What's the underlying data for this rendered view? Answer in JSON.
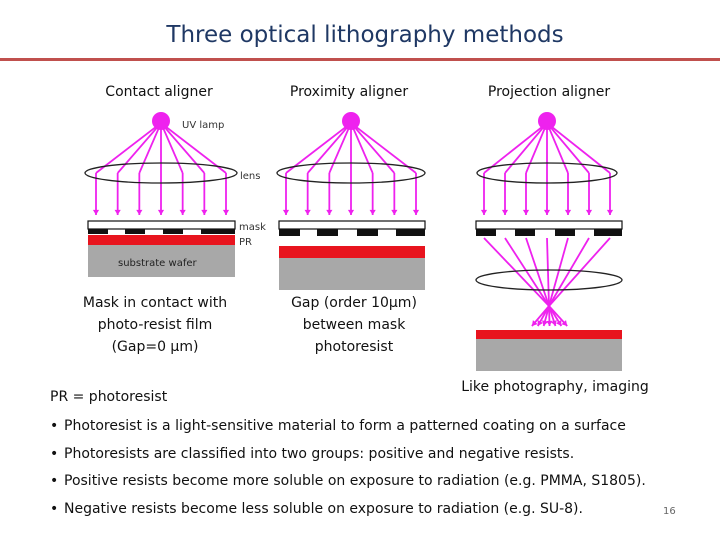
{
  "title": "Three optical lithography methods",
  "columns": [
    {
      "heading": "Contact aligner",
      "caption": [
        "Mask in contact with",
        "photo-resist film",
        "(Gap=0 μm)"
      ]
    },
    {
      "heading": "Proximity aligner",
      "caption": [
        "Gap (order 10μm)",
        "between mask",
        "photoresist"
      ]
    },
    {
      "heading": "Projection aligner",
      "caption": [
        "Like photography, imaging"
      ]
    }
  ],
  "diagram_labels": {
    "uv_lamp": "UV lamp",
    "lens": "lens",
    "mask": "mask",
    "pr": "PR",
    "substrate": "substrate wafer"
  },
  "pr_note": "PR = photoresist",
  "bullets": [
    "Photoresist is a light-sensitive material to form a patterned coating on a surface",
    "Photoresists are classified into two groups: positive and negative resists.",
    "Positive resists become more soluble on exposure to radiation (e.g. PMMA, S1805).",
    "Negative resists become less soluble on exposure to radiation (e.g. SU-8)."
  ],
  "bullet_symbol": "•",
  "page_number": "16",
  "colors": {
    "title": "#1f3864",
    "rule": "#c0504d",
    "lamp": "#ee22ee",
    "rays": "#ee22ee",
    "photoresist": "#e8141e",
    "substrate": "#a8a8a8",
    "mask": "#111111"
  }
}
